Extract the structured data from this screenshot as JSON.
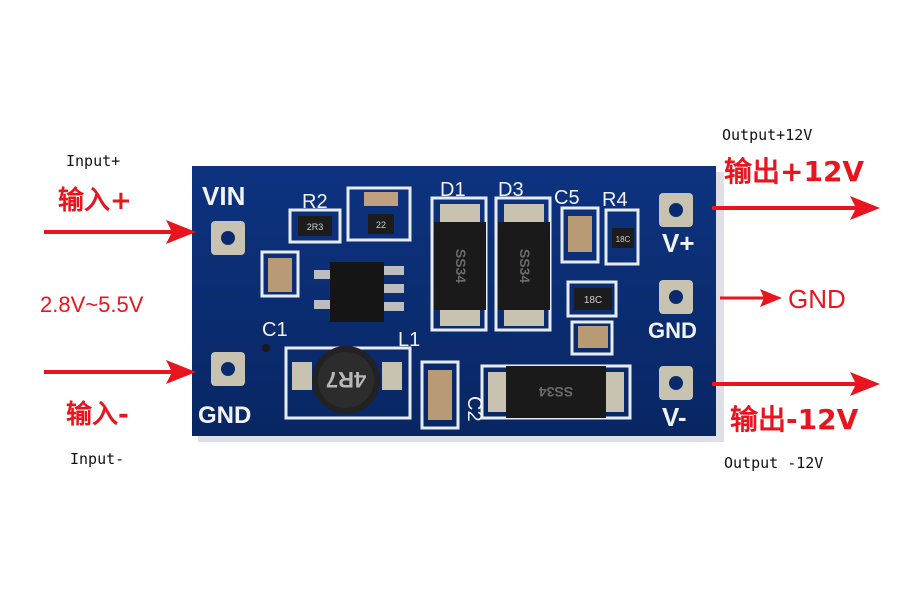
{
  "left": {
    "input_plus_en": "Input+",
    "input_plus_cn": "输入+",
    "voltage_range": "2.8V~5.5V",
    "input_minus_cn": "输入-",
    "input_minus_en": "Input-"
  },
  "right": {
    "output_plus_en": "Output+12V",
    "output_plus_cn": "输出+12V",
    "gnd": "GND",
    "output_minus_cn": "输出-12V",
    "output_minus_en": "Output -12V"
  },
  "board": {
    "silk_vin": "VIN",
    "silk_gnd_left": "GND",
    "silk_vplus": "V+",
    "silk_gnd_right": "GND",
    "silk_vminus": "V-",
    "silk_r2": "R2",
    "silk_d1": "D1",
    "silk_d3": "D3",
    "silk_c5": "C5",
    "silk_r4": "R4",
    "silk_c1": "C1",
    "silk_l1": "L1",
    "silk_c2": "C2",
    "inductor_marking": "4R7",
    "diode_marking_1": "SS34",
    "diode_marking_2": "SS34",
    "diode_marking_3": "SS34",
    "res_marking_1": "2R3",
    "res_marking_2": "22",
    "res_marking_3": "18C",
    "res_marking_4": "18C"
  },
  "colors": {
    "pcb": "#0a2a6e",
    "arrow": "#e8141e",
    "silkscreen": "#f2f2f2",
    "pad": "#c8c2b0"
  }
}
